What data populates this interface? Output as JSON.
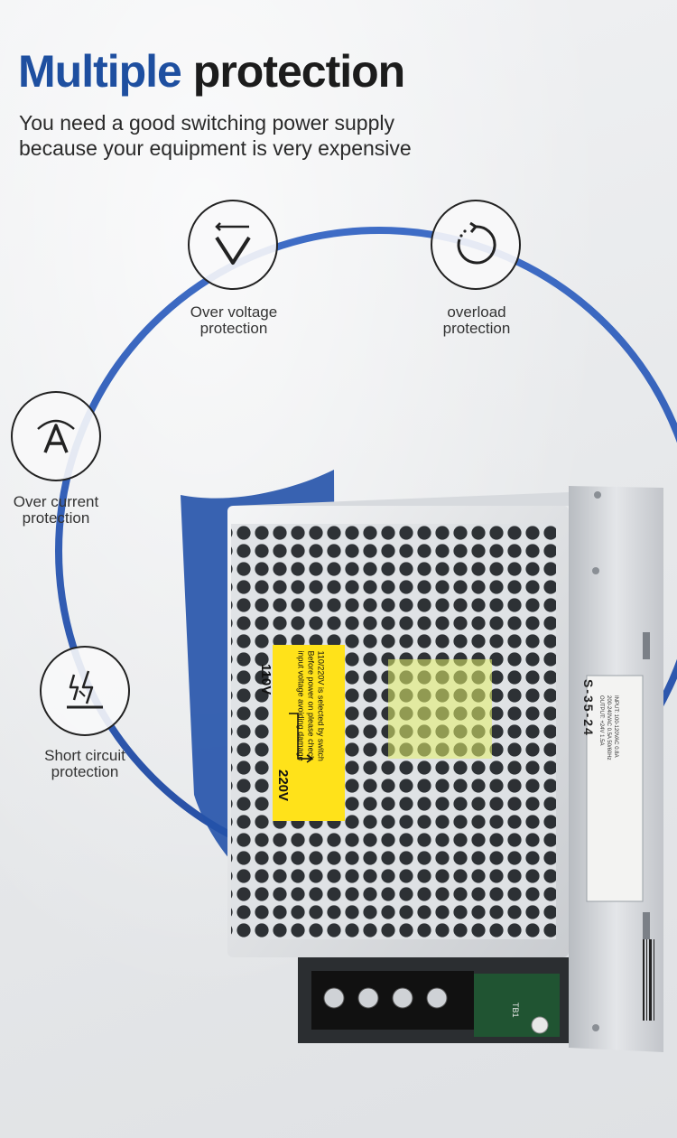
{
  "header": {
    "title_accent": "Multiple",
    "title_rest": "protection",
    "subtitle_line1": "You need a good switching power supply",
    "subtitle_line2": "because your equipment is very expensive"
  },
  "features": [
    {
      "icon": "over-voltage-icon",
      "line1": "Over voltage",
      "line2": "protection"
    },
    {
      "icon": "overload-icon",
      "line1": "overload",
      "line2": "protection"
    },
    {
      "icon": "over-current-icon",
      "line1": "Over current",
      "line2": "protection"
    },
    {
      "icon": "short-circuit-icon",
      "line1": "Short circuit",
      "line2": "protection"
    }
  ],
  "sticker": {
    "line1": "110/220V is selected by switch",
    "line2": "Before power on please check",
    "line3": "input voltage avoiding damage",
    "v_low": "110V",
    "v_high": "220V"
  },
  "label_plate": {
    "model": "S-35-24",
    "spec1": "INPUT: 100-120VAC 0.8A",
    "spec2": "200-240VAC 0.5A 50/60Hz",
    "spec3": "OUTPUT: +24V 1.5A"
  },
  "terminal": {
    "marking": "TB1"
  },
  "colors": {
    "accent": "#1e4fa0",
    "ring": "#2a55b0",
    "sticker": "#ffe21a"
  }
}
